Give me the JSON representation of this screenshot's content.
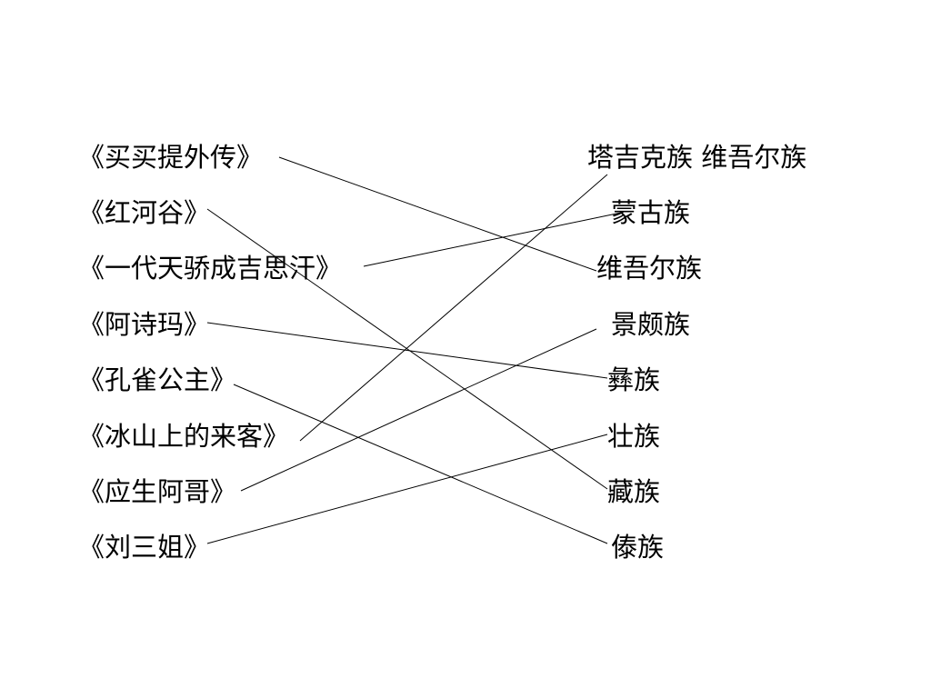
{
  "films": [
    "《买买提外传》",
    "《红河谷》",
    "《一代天骄成吉思汗》",
    "《阿诗玛》",
    "《孔雀公主》",
    "《冰山上的来客》",
    "《应生阿哥》",
    "《刘三姐》"
  ],
  "ethnic_groups": [
    "塔吉克族  维吾尔族",
    "蒙古族",
    "维吾尔族",
    "景颇族",
    "彝族",
    "壮族",
    "藏族",
    "傣族"
  ],
  "matches": [
    {
      "film": "《买买提外传》",
      "ethnic_group": "维吾尔族"
    },
    {
      "film": "《红河谷》",
      "ethnic_group": "藏族"
    },
    {
      "film": "《一代天骄成吉思汗》",
      "ethnic_group": "蒙古族"
    },
    {
      "film": "《阿诗玛》",
      "ethnic_group": "彝族"
    },
    {
      "film": "《孔雀公主》",
      "ethnic_group": "傣族"
    },
    {
      "film": "《冰山上的来客》",
      "ethnic_group": "塔吉克族  维吾尔族"
    },
    {
      "film": "《应生阿哥》",
      "ethnic_group": "景颇族"
    },
    {
      "film": "《刘三姐》",
      "ethnic_group": "壮族"
    }
  ]
}
